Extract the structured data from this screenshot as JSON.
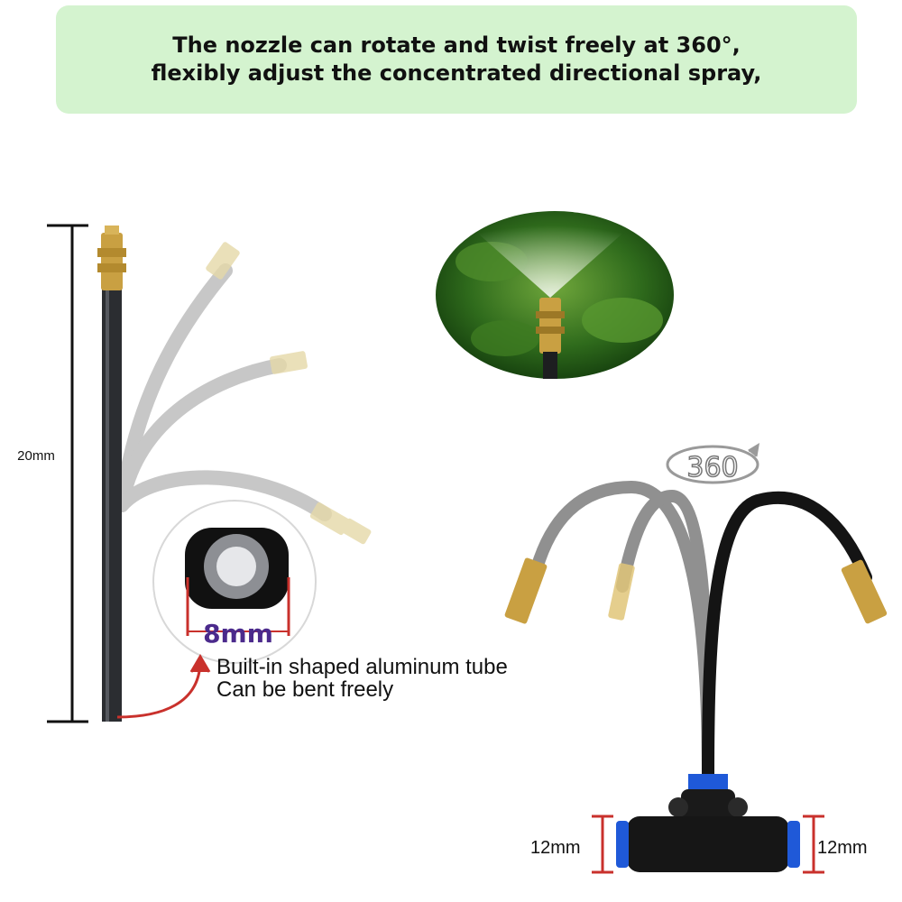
{
  "banner": {
    "line1": "The nozzle can rotate and twist freely at 360°,",
    "line2": "flexibly adjust the concentrated directional spray,"
  },
  "left": {
    "length_label": "20mm",
    "diameter_label": "8mm",
    "caption_line1": "Built-in shaped aluminum tube",
    "caption_line2": "Can be bent freely"
  },
  "right": {
    "rotation_label": "360",
    "left_width_label": "12mm",
    "right_width_label": "12mm"
  },
  "colors": {
    "banner_bg": "#d4f3cf",
    "tube": "#26282b",
    "brass": "#c9a042",
    "arrow": "#c9312c",
    "marker": "#c9312c",
    "diameter_text": "#4b2a8c",
    "fitting_ring": "#1f59d8"
  }
}
